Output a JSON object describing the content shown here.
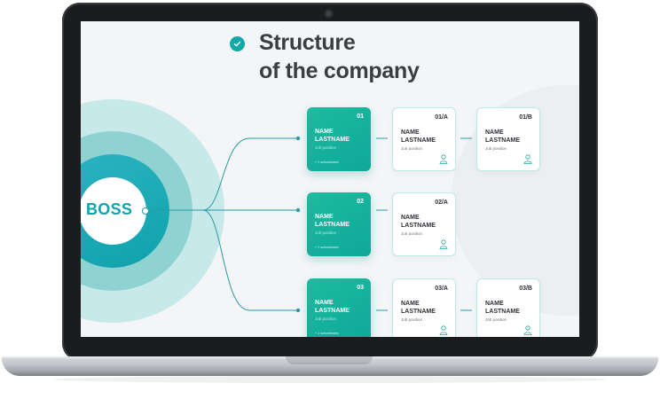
{
  "slide": {
    "title_line1": "Structure",
    "title_line2": "of the company",
    "boss_label": "BOSS"
  },
  "colors": {
    "accent": "#12a8a8",
    "card_gradient_start": "#1dbb9e",
    "card_gradient_end": "#0ea89a",
    "title_text": "#3a3d42"
  },
  "rows": [
    {
      "main": {
        "number": "01",
        "name_line1": "NAME",
        "name_line2": "LASTNAME",
        "position": "Job position",
        "sub_link": "+ 1 subordinates"
      },
      "subs": [
        {
          "number": "01/A",
          "name_line1": "NAME",
          "name_line2": "LASTNAME",
          "position": "Job position",
          "icon": "person-icon"
        },
        {
          "number": "01/B",
          "name_line1": "NAME",
          "name_line2": "LASTNAME",
          "position": "Job position",
          "icon": "person-icon"
        }
      ]
    },
    {
      "main": {
        "number": "02",
        "name_line1": "NAME",
        "name_line2": "LASTNAME",
        "position": "Job position",
        "sub_link": "+ 1 subordinates"
      },
      "subs": [
        {
          "number": "02/A",
          "name_line1": "NAME",
          "name_line2": "LASTNAME",
          "position": "Job position",
          "icon": "person-icon"
        }
      ]
    },
    {
      "main": {
        "number": "03",
        "name_line1": "NAME",
        "name_line2": "LASTNAME",
        "position": "Job position",
        "sub_link": "+ 1 subordinates"
      },
      "subs": [
        {
          "number": "03/A",
          "name_line1": "NAME",
          "name_line2": "LASTNAME",
          "position": "Job position",
          "icon": "person-icon"
        },
        {
          "number": "03/B",
          "name_line1": "NAME",
          "name_line2": "LASTNAME",
          "position": "Job position",
          "icon": "person-icon"
        }
      ]
    }
  ]
}
